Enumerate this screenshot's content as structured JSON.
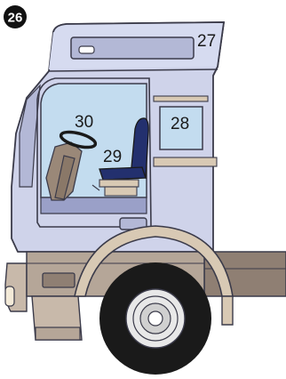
{
  "figure": {
    "figure_number": "26",
    "callouts": {
      "roof_marker_lights": "27",
      "rear_window": "28",
      "driver_seat": "29",
      "steering_wheel": "30"
    }
  },
  "colors": {
    "body": "#cfd3ea",
    "body_shade": "#b3b8d6",
    "glass": "#c3dcef",
    "seat": "#23306e",
    "seat_base": "#d8c9b4",
    "chassis": "#8f7f73",
    "trim": "#b5a698",
    "tire": "#1a1a1a",
    "outline": "#3b3b4a"
  }
}
